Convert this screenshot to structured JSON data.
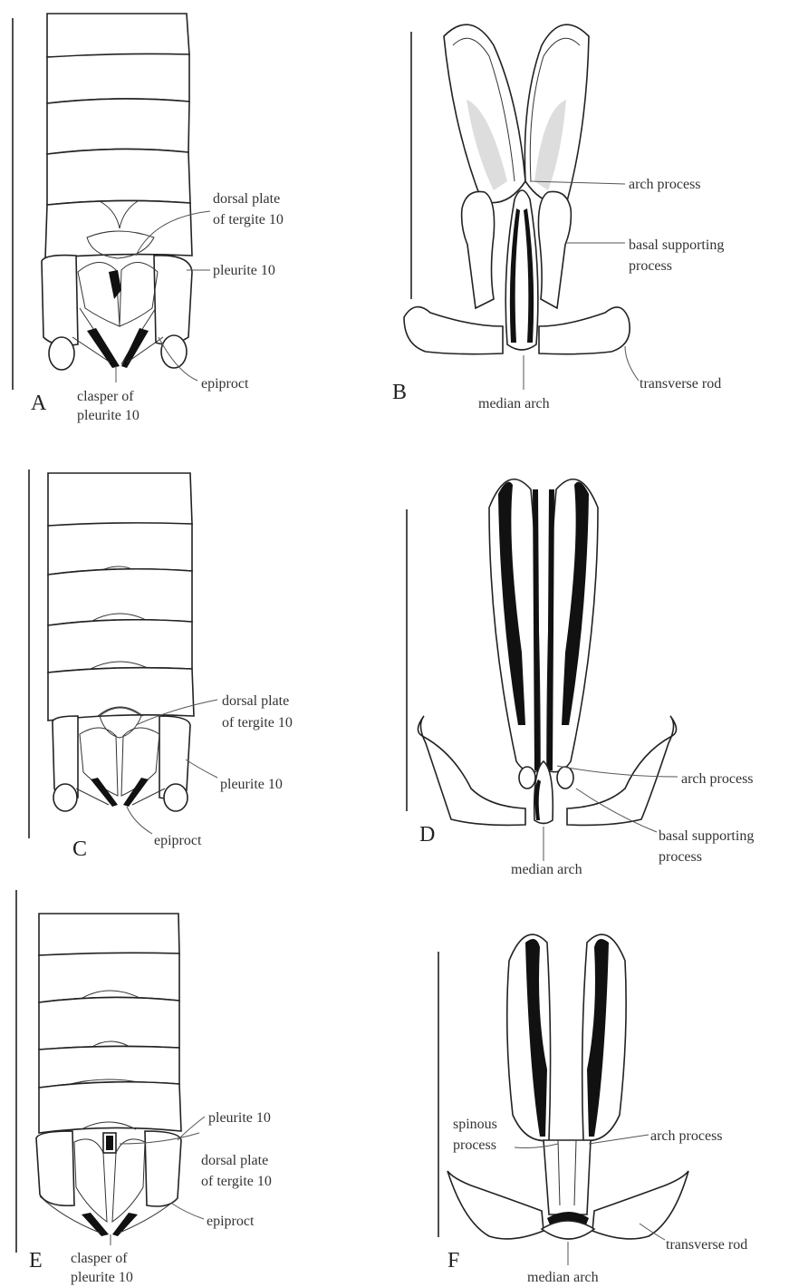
{
  "panels": {
    "A": {
      "letter": "A",
      "labels": {
        "dorsal_plate": [
          "dorsal plate",
          "of tergite 10"
        ],
        "pleurite": "pleurite 10",
        "epiproct": "epiproct",
        "clasper": [
          "clasper of",
          "pleurite 10"
        ]
      }
    },
    "B": {
      "letter": "B",
      "labels": {
        "arch_process": "arch process",
        "basal_supporting": [
          "basal supporting",
          "process"
        ],
        "transverse_rod": "transverse rod",
        "median_arch": "median arch"
      }
    },
    "C": {
      "letter": "C",
      "labels": {
        "dorsal_plate": [
          "dorsal plate",
          "of tergite 10"
        ],
        "pleurite": "pleurite 10",
        "epiproct": "epiproct"
      }
    },
    "D": {
      "letter": "D",
      "labels": {
        "arch_process": "arch process",
        "basal_supporting": [
          "basal supporting",
          "process"
        ],
        "median_arch": "median arch"
      }
    },
    "E": {
      "letter": "E",
      "labels": {
        "pleurite": "pleurite 10",
        "dorsal_plate": [
          "dorsal plate",
          "of tergite 10"
        ],
        "epiproct": "epiproct",
        "clasper": [
          "clasper of",
          "pleurite 10"
        ]
      }
    },
    "F": {
      "letter": "F",
      "labels": {
        "spinous_process": [
          "spinous",
          "process"
        ],
        "arch_process": "arch process",
        "transverse_rod": "transverse rod",
        "median_arch": "median arch"
      }
    }
  }
}
